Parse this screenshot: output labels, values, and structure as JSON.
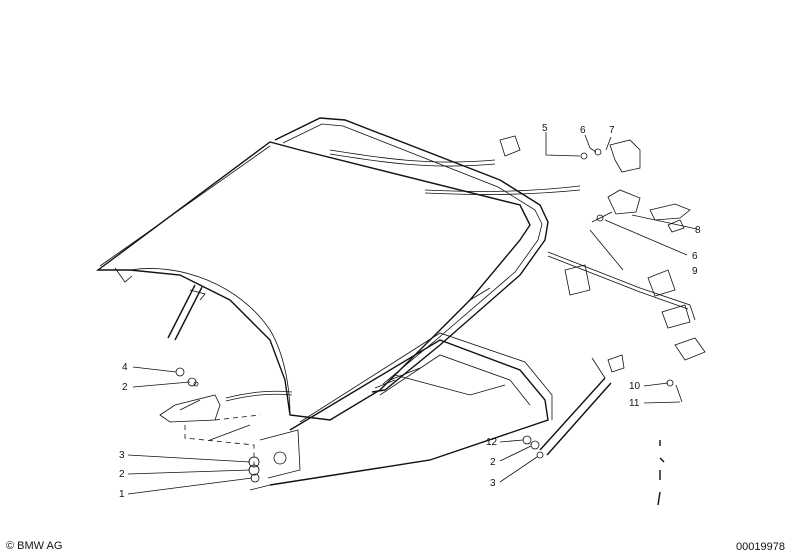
{
  "diagram": {
    "callouts": [
      {
        "label": "5"
      },
      {
        "label": "6"
      },
      {
        "label": "7"
      },
      {
        "label": "8"
      },
      {
        "label": "6"
      },
      {
        "label": "9"
      },
      {
        "label": "4"
      },
      {
        "label": "2"
      },
      {
        "label": "3"
      },
      {
        "label": "2"
      },
      {
        "label": "1"
      },
      {
        "label": "10"
      },
      {
        "label": "11"
      },
      {
        "label": "12"
      },
      {
        "label": "2"
      },
      {
        "label": "3"
      }
    ]
  },
  "footer": {
    "copyright": "© BMW AG",
    "image_number": "00019978"
  }
}
